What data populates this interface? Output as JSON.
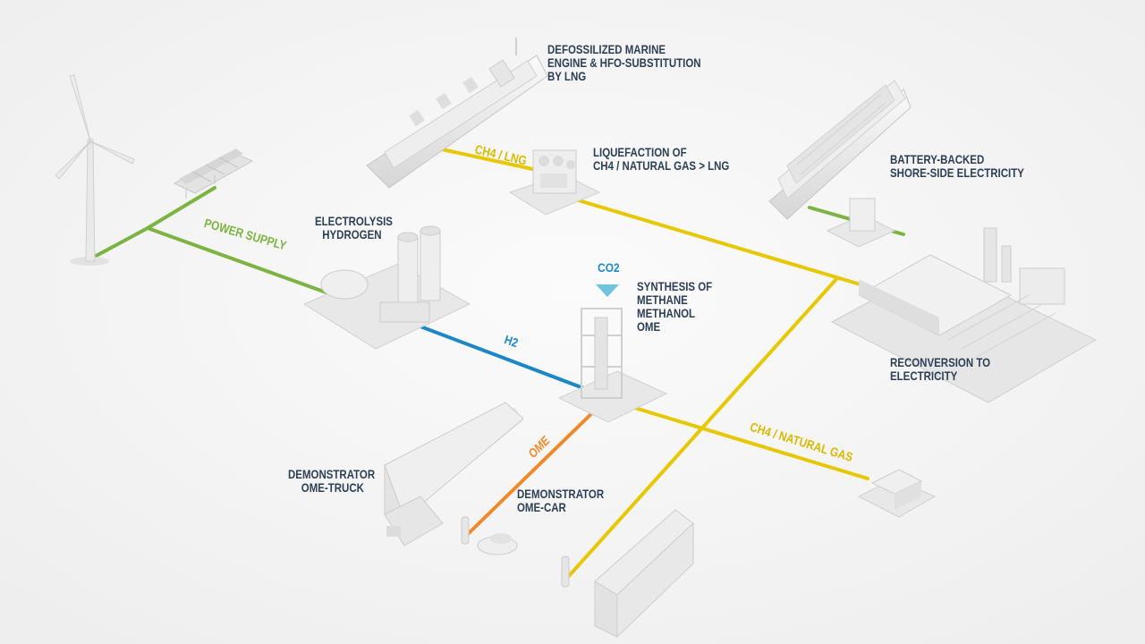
{
  "labels": {
    "marine": [
      "DEFOSSILIZED MARINE",
      "ENGINE & HFO-SUBSTITUTION",
      "BY LNG"
    ],
    "liquefaction": [
      "LIQUEFACTION OF",
      "CH4 / NATURAL GAS > LNG"
    ],
    "shore": [
      "BATTERY-BACKED",
      "SHORE-SIDE ELECTRICITY"
    ],
    "electrolysis": [
      "ELECTROLYSIS",
      "HYDROGEN"
    ],
    "synthesis": [
      "SYNTHESIS OF",
      "METHANE",
      "METHANOL",
      "OME"
    ],
    "reconversion": [
      "RECONVERSION TO",
      "ELECTRICITY"
    ],
    "truck": [
      "DEMONSTRATOR",
      "OME-TRUCK"
    ],
    "car": [
      "DEMONSTRATOR",
      "OME-CAR"
    ]
  },
  "routes": {
    "power_supply": "POWER SUPPLY",
    "ch4_lng": "CH4 / LNG",
    "h2": "H2",
    "co2": "CO2",
    "ome": "OME",
    "ch4_natural_gas": "CH4 / NATURAL GAS"
  },
  "colors": {
    "green": "#7cb342",
    "yellow": "#e6c700",
    "blue": "#1e88c7",
    "orange": "#ef8a2c",
    "co2": "#6fc3df",
    "text": "#2c3f55"
  }
}
